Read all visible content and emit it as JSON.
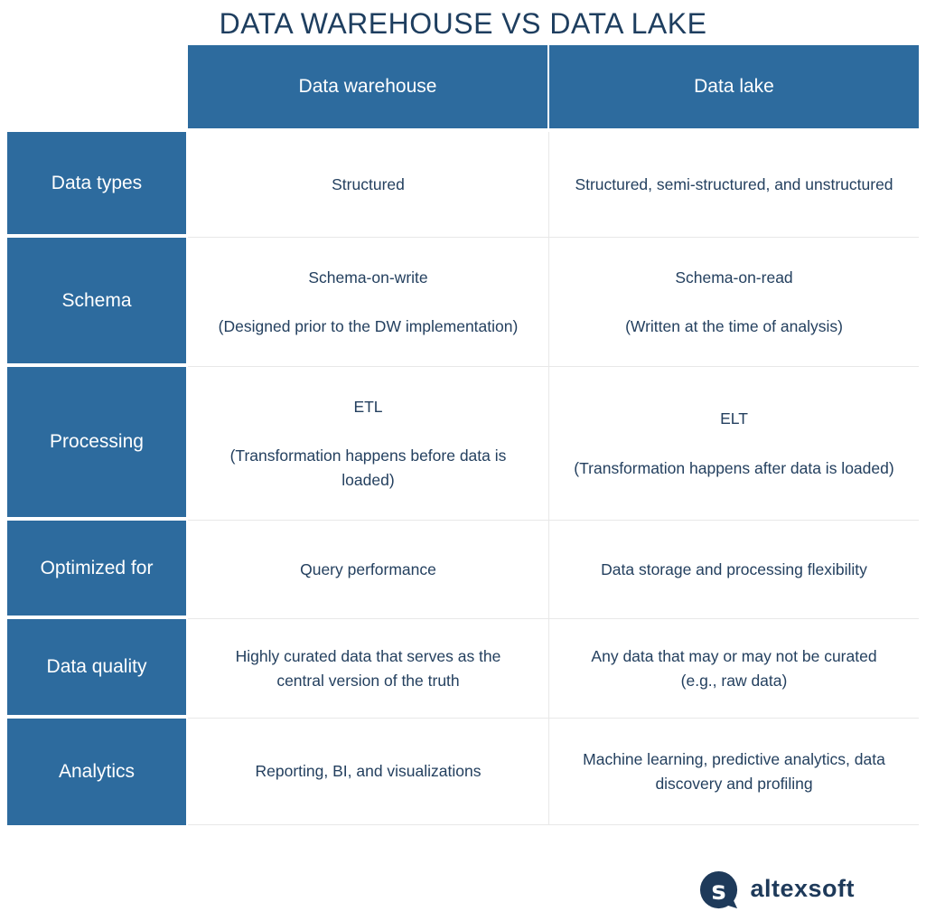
{
  "title": "DATA WAREHOUSE VS DATA LAKE",
  "colors": {
    "header_blue": "#2d6b9e",
    "navy_text": "#24405f",
    "title_navy": "#1e3e5f",
    "divider_gray": "#e8e8e8",
    "white": "#ffffff"
  },
  "table": {
    "columns": [
      "Data warehouse",
      "Data lake"
    ],
    "rows": [
      {
        "label": "Data types",
        "dw": [
          "Structured"
        ],
        "lake": [
          "Structured, semi-structured, and unstructured"
        ]
      },
      {
        "label": "Schema",
        "dw": [
          "Schema-on-write",
          "(Designed prior to the DW implementation)"
        ],
        "lake": [
          "Schema-on-read",
          "(Written at the time of analysis)"
        ]
      },
      {
        "label": "Processing",
        "dw": [
          "ETL",
          "(Transformation happens before data is loaded)"
        ],
        "lake": [
          "ELT",
          "(Transformation happens after data is loaded)"
        ]
      },
      {
        "label": "Optimized for",
        "dw": [
          "Query performance"
        ],
        "lake": [
          "Data storage and processing flexibility"
        ]
      },
      {
        "label": "Data quality",
        "dw": [
          "Highly curated data that serves as the central version of the truth"
        ],
        "lake": [
          "Any data that may or may not be curated (e.g., raw data)"
        ]
      },
      {
        "label": "Analytics",
        "dw": [
          "Reporting, BI, and visualizations"
        ],
        "lake": [
          "Machine learning, predictive analytics, data discovery and profiling"
        ]
      }
    ]
  },
  "footer": {
    "brand": "altexsoft",
    "logo_icon": "altexsoft-speech-bubble-s"
  },
  "chart_data": {
    "type": "table",
    "title": "DATA WAREHOUSE VS DATA LAKE",
    "columns": [
      "",
      "Data warehouse",
      "Data lake"
    ],
    "rows": [
      [
        "Data types",
        "Structured",
        "Structured, semi-structured, and unstructured"
      ],
      [
        "Schema",
        "Schema-on-write\n\n(Designed prior to the DW implementation)",
        "Schema-on-read\n\n(Written at the time of analysis)"
      ],
      [
        "Processing",
        "ETL\n\n(Transformation happens before data is loaded)",
        "ELT\n\n(Transformation happens after data is loaded)"
      ],
      [
        "Optimized for",
        "Query performance",
        "Data storage and processing flexibility"
      ],
      [
        "Data quality",
        "Highly curated data that serves as the central version of the truth",
        "Any data that may or may not be curated (e.g., raw data)"
      ],
      [
        "Analytics",
        "Reporting, BI, and visualizations",
        "Machine learning, predictive analytics, data discovery and profiling"
      ]
    ],
    "layout": {
      "header_fill": "#2d6b9e",
      "header_text_color": "#ffffff",
      "body_text_color": "#24405f",
      "grid": "light-gray horizontal dividers, white gaps between blue label cells"
    }
  }
}
